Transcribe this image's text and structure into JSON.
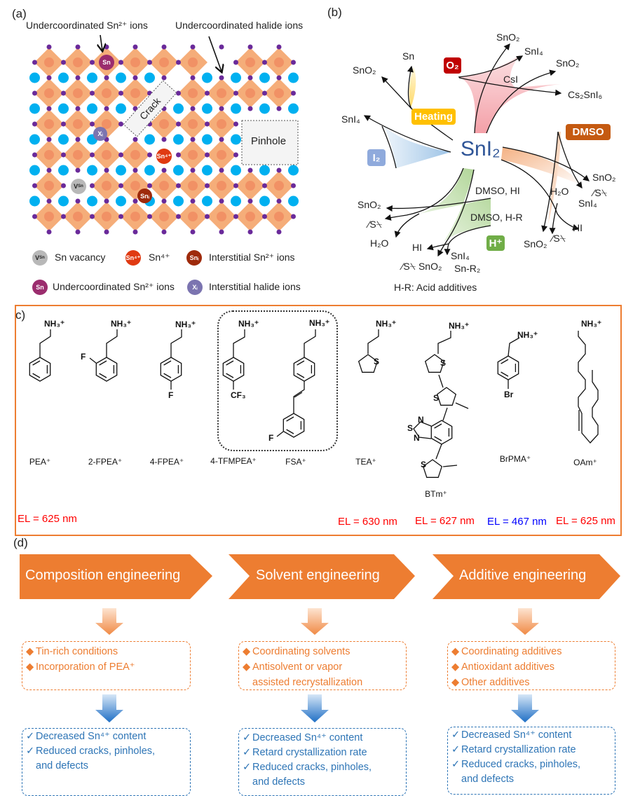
{
  "colors": {
    "octahedron": "#f4a46a",
    "halide": "#6a2a9a",
    "cation": "#00b0f0",
    "accent_orange": "#ed7d31",
    "accent_blue": "#2e75b6",
    "el_red": "#ff0000",
    "el_blue": "#0000ff"
  },
  "panel_a": {
    "label": "(a)",
    "callout_sn": "Undercoordinated Sn²⁺ ions",
    "callout_halide": "Undercoordinated halide ions",
    "crack": "Crack",
    "pinhole": "Pinhole",
    "defects": {
      "sn": "Sn",
      "xi": "Xᵢ",
      "sn4": "Sn⁴⁺",
      "vsn": "V",
      "vsn_sub": "Sn",
      "sni": "Snᵢ"
    },
    "legend": [
      {
        "symbol": "V",
        "symbol_sub": "Sn",
        "text": "Sn vacancy",
        "color": "#b8b8b8"
      },
      {
        "symbol": "Sn⁴⁺",
        "text": "Sn⁴⁺",
        "color": "#e03a12"
      },
      {
        "symbol": "Snᵢ",
        "text": "Interstitial Sn²⁺ ions",
        "color": "#9e2a0b"
      },
      {
        "symbol": "Sn",
        "text": "Undercoordinated Sn²⁺ ions",
        "color": "#9b2d6e"
      },
      {
        "symbol": "Xᵢ",
        "text": "Interstitial halide ions",
        "color": "#7b74b0"
      }
    ]
  },
  "panel_b": {
    "label": "(b)",
    "center": "SnI₂",
    "tags": {
      "heating": "Heating",
      "o2": "O₂",
      "dmso": "DMSO",
      "i2": "I₂",
      "h": "H⁺"
    },
    "tag_colors": {
      "heating": "#ffc000",
      "o2": "#c00000",
      "dmso": "#c55a11",
      "i2": "#8faadc",
      "h": "#70ad47"
    },
    "products": {
      "heat_sn": "Sn",
      "heat_sno2": "SnO₂",
      "o2_sno2_a": "SnO₂",
      "o2_sni4": "SnI₄",
      "o2_sno2_b": "SnO₂",
      "csi": "CsI",
      "cs2sni6": "Cs₂SnI₆",
      "i2_sni4": "SnI₄",
      "dmso_sno2_a": "SnO₂",
      "dmso_s_a": "⁄S⍀",
      "dmso_sni4": "SnI₄",
      "dmso_h2o": "H₂O",
      "dmso_hi": "HI",
      "dmso_sno2_b": "SnO₂",
      "dmso_s_b": "⁄S⍀",
      "h_dmso_hi": "DMSO, HI",
      "h_dmso_hr": "DMSO, H-R",
      "h_sno2_a": "SnO₂",
      "h_s_a": "⁄S⍀",
      "h_h2o": "H₂O",
      "h_hi": "HI",
      "h_sni4": "SnI₄",
      "h_s_sno2": "⁄S⍀ SnO₂",
      "h_snr2": "Sn-R₂"
    },
    "footnote": "H-R: Acid additives"
  },
  "panel_c": {
    "label": "c)",
    "ammonium": "NH₃⁺",
    "molecules": [
      "PEA⁺",
      "2-FPEA⁺",
      "4-FPEA⁺",
      "4-TFMPEA⁺",
      "FSA⁺",
      "TEA⁺",
      "BTm⁺",
      "BrPMA⁺",
      "OAm⁺"
    ],
    "atoms": {
      "f": "F",
      "cf3": "CF₃",
      "s": "S",
      "n": "N",
      "br": "Br"
    },
    "el": [
      {
        "text": "EL =  625 nm",
        "color": "#ff0000"
      },
      {
        "text": "EL =  630 nm",
        "color": "#ff0000"
      },
      {
        "text": "EL =  627 nm",
        "color": "#ff0000"
      },
      {
        "text": "EL =  467 nm",
        "color": "#0000ff"
      },
      {
        "text": "EL =  625 nm",
        "color": "#ff0000"
      }
    ]
  },
  "panel_d": {
    "label": "(d)",
    "columns": [
      {
        "title": "Composition engineering",
        "strategies": [
          "Tin-rich conditions",
          "Incorporation of PEA⁺"
        ],
        "outcomes": [
          "Decreased Sn⁴⁺ content",
          "Reduced cracks, pinholes,",
          "and defects"
        ]
      },
      {
        "title": "Solvent engineering",
        "strategies": [
          "Coordinating solvents",
          "Antisolvent or vapor",
          "assisted recrystallization"
        ],
        "outcomes": [
          "Decreased Sn⁴⁺ content",
          "Retard crystallization rate",
          "Reduced cracks, pinholes,",
          "and defects"
        ]
      },
      {
        "title": "Additive engineering",
        "strategies": [
          "Coordinating additives",
          "Antioxidant additives",
          "Other additives"
        ],
        "outcomes": [
          "Decreased Sn⁴⁺ content",
          "Retard crystallization rate",
          "Reduced cracks, pinholes,",
          "and defects"
        ]
      }
    ],
    "strategy_bullet": "◆",
    "outcome_bullet": "✓"
  }
}
